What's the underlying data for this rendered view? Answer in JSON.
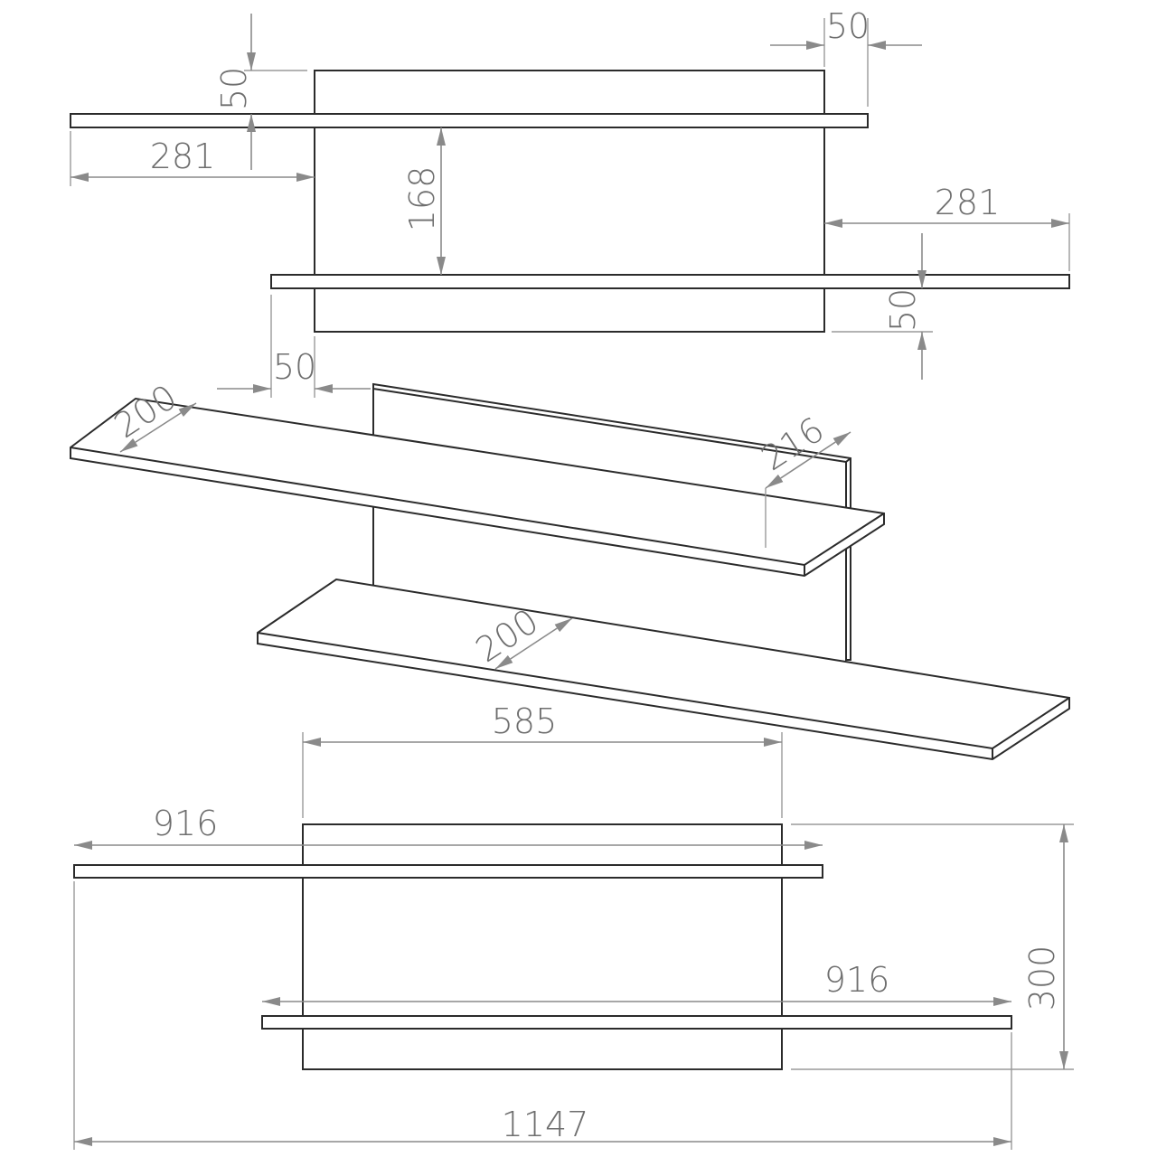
{
  "front_view": {
    "top_offset": "50",
    "right_overhang_top": "50",
    "left_overhang": "281",
    "shelf_spacing": "168",
    "right_overhang": "281",
    "bottom_offset": "50",
    "left_inset": "50"
  },
  "isometric_view": {
    "upper_shelf_depth": "200",
    "panel_shelf_depth": "216",
    "lower_shelf_depth": "200"
  },
  "plan_view": {
    "panel_width": "585",
    "upper_shelf_length": "916",
    "lower_shelf_length": "916",
    "total_height": "300",
    "total_width": "1147"
  },
  "colors": {
    "object_line": "#2b2b2b",
    "dimension_line": "#8a8a8a",
    "label": "#6e6e6e"
  }
}
